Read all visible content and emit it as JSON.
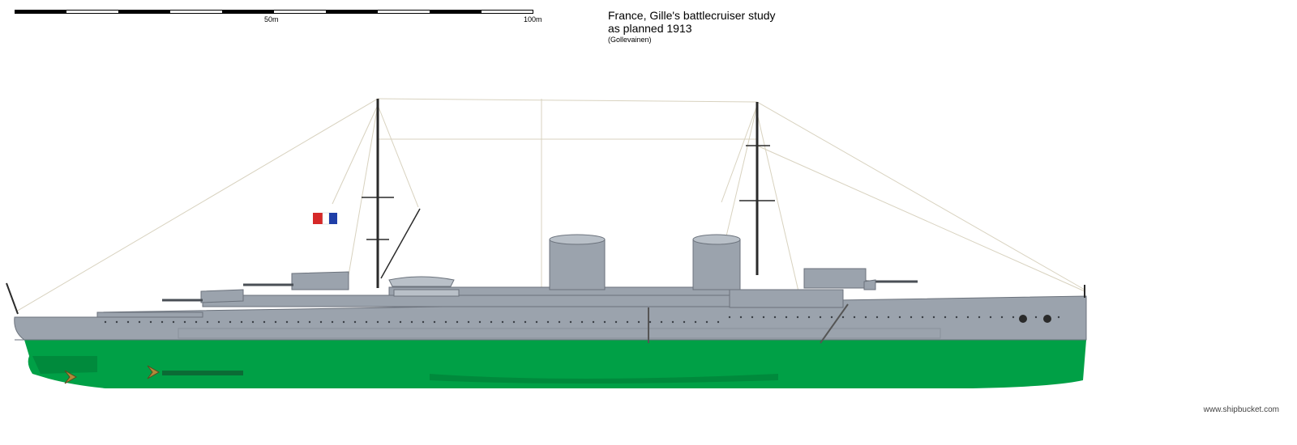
{
  "scale": {
    "label_mid": "50m",
    "label_end": "100m"
  },
  "title": {
    "line1": "France, Gille's battlecruiser study",
    "line2": "as planned 1913",
    "author": "(Gollevainen)"
  },
  "credit": "www.shipbucket.com",
  "colors": {
    "hull_grey": "#9ba3ad",
    "hull_grey_dark": "#7d8590",
    "waterline_green": "#00a046",
    "waterline_green_dark": "#008a3c",
    "rigging": "#d8d2bf",
    "mast": "#2a2a2a",
    "flag_blue": "#1f3fa8",
    "flag_red": "#d62828"
  }
}
